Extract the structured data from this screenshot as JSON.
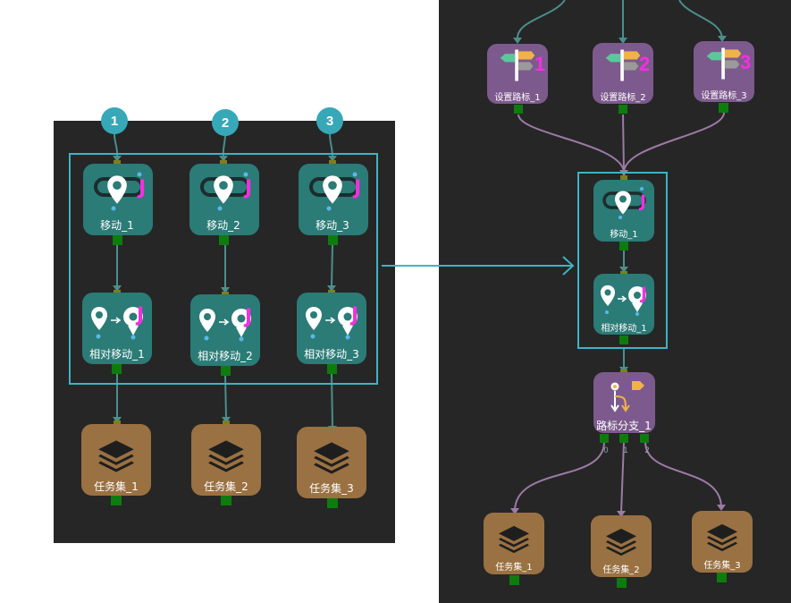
{
  "left_panel": {
    "badges": [
      "1",
      "2",
      "3"
    ],
    "move_nodes": [
      "移动_1",
      "移动_2",
      "移动_3"
    ],
    "relmove_nodes": [
      "相对移动_1",
      "相对移动_2",
      "相对移动_3"
    ],
    "task_nodes": [
      "任务集_1",
      "任务集_2",
      "任务集_3"
    ],
    "j_mark": "J"
  },
  "right_panel": {
    "waypoint_nodes": [
      "设置路标_1",
      "设置路标_2",
      "设置路标_3"
    ],
    "waypoint_numbers": [
      "1",
      "2",
      "3"
    ],
    "move_node": "移动_1",
    "relmove_node": "相对移动_1",
    "branch_node": "路标分支_1",
    "branch_ports": [
      "0",
      "1",
      "2"
    ],
    "task_nodes": [
      "任务集_1",
      "任务集_2",
      "任务集_3"
    ],
    "j_mark": "J"
  },
  "colors": {
    "panel_bg": "#262626",
    "teal_node": "#2b7b77",
    "purple_node": "#7d5a8d",
    "brown_node": "#9a7142",
    "selection_box": "#3fb3c6",
    "badge": "#36a8b8",
    "magenta": "#f230e0",
    "teal_edge": "#4a8f8c",
    "purple_edge": "#9d7aa6",
    "port_green": "#0d7c0d",
    "port_olive": "#7f7f1a"
  }
}
